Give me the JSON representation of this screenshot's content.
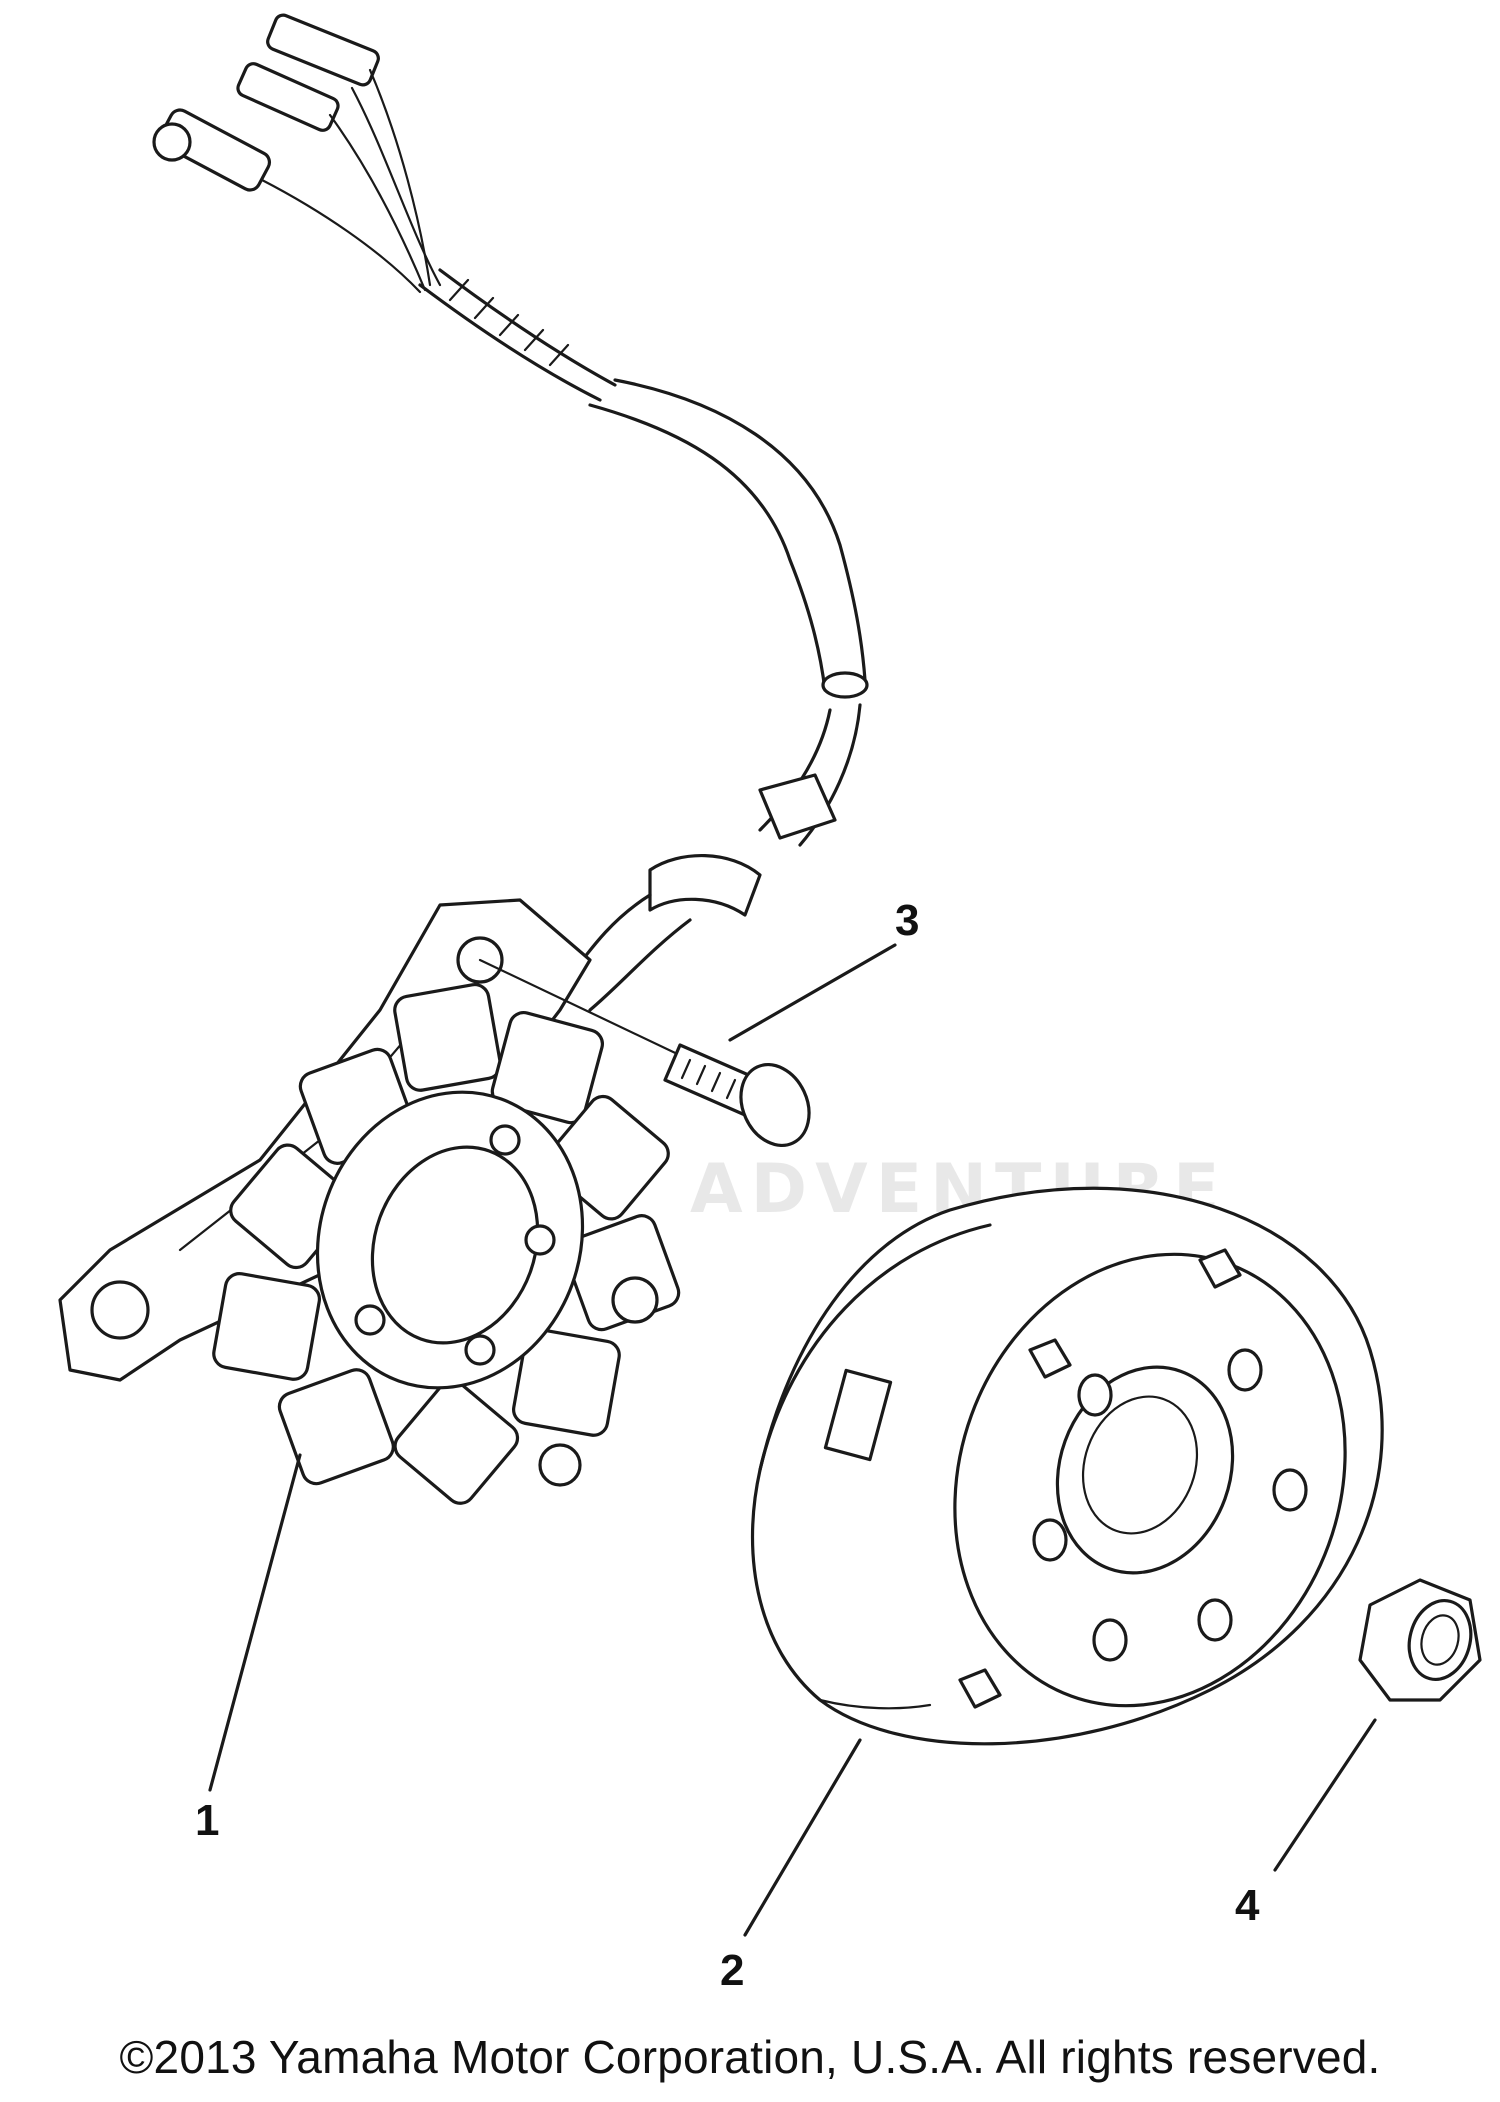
{
  "diagram": {
    "callouts": {
      "part1": "1",
      "part2": "2",
      "part3": "3",
      "part4": "4"
    },
    "copyright": "©2013 Yamaha Motor Corporation, U.S.A. All rights reserved.",
    "watermark": "ADVENTURE"
  }
}
